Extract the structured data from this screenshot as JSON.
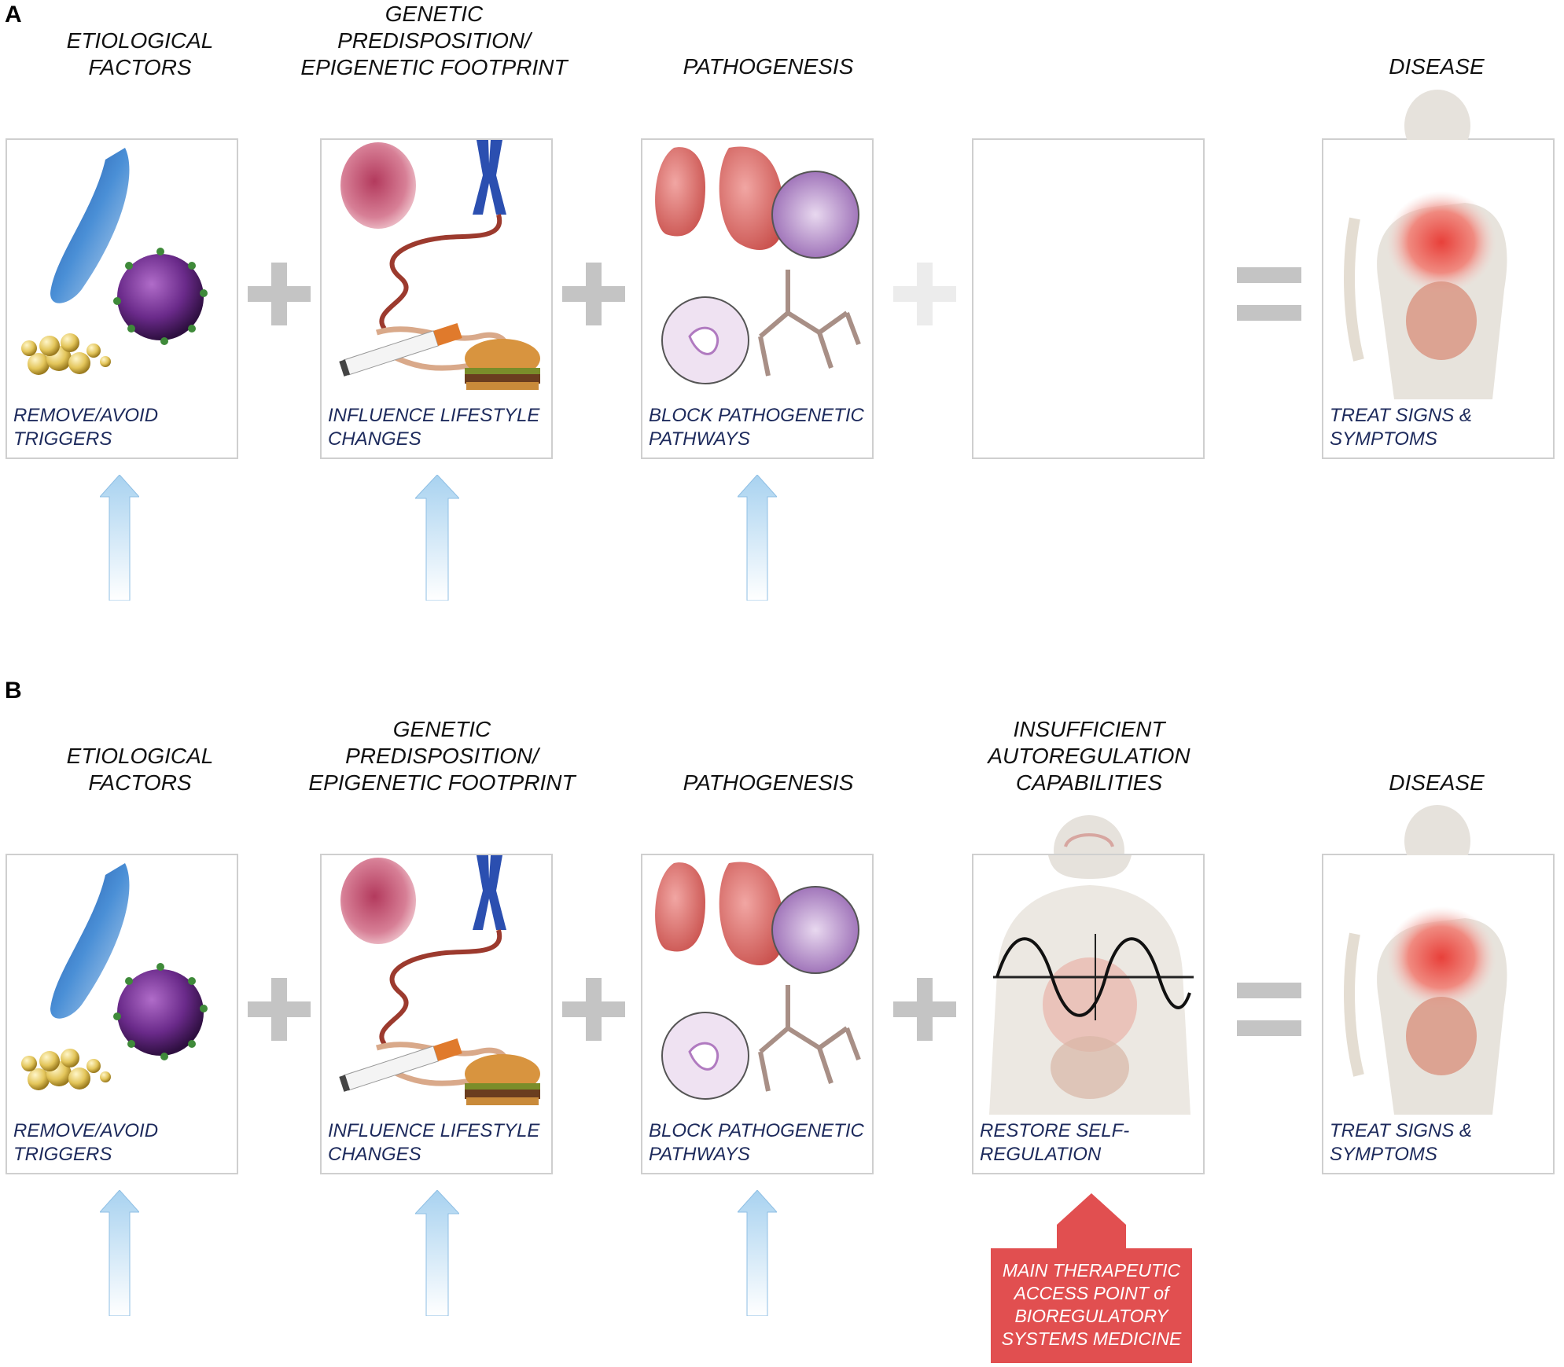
{
  "panels": [
    {
      "letter": "A",
      "columns": [
        {
          "title": [
            "ETIOLOGICAL",
            "FACTORS"
          ],
          "caption": [
            "REMOVE/AVOID",
            "TRIGGERS"
          ]
        },
        {
          "title": [
            "GENETIC",
            "PREDISPOSITION/",
            "EPIGENETIC FOOTPRINT"
          ],
          "caption": [
            "INFLUENCE LIFESTYLE",
            "CHANGES"
          ]
        },
        {
          "title": [
            "PATHOGENESIS"
          ],
          "caption": [
            "BLOCK PATHOGENETIC",
            "PATHWAYS"
          ]
        },
        {
          "title": [],
          "caption": []
        },
        {
          "title": [
            "DISEASE"
          ],
          "caption": [
            "TREAT SIGNS &",
            "SYMPTOMS"
          ]
        }
      ]
    },
    {
      "letter": "B",
      "columns": [
        {
          "title": [
            "ETIOLOGICAL",
            "FACTORS"
          ],
          "caption": [
            "REMOVE/AVOID",
            "TRIGGERS"
          ]
        },
        {
          "title": [
            "GENETIC",
            "PREDISPOSITION/",
            "EPIGENETIC FOOTPRINT"
          ],
          "caption": [
            "INFLUENCE LIFESTYLE",
            "CHANGES"
          ]
        },
        {
          "title": [
            "PATHOGENESIS"
          ],
          "caption": [
            "BLOCK PATHOGENETIC",
            "PATHWAYS"
          ]
        },
        {
          "title": [
            "INSUFFICIENT",
            "AUTOREGULATION",
            "CAPABILITIES"
          ],
          "caption": [
            "RESTORE SELF-",
            "REGULATION"
          ]
        },
        {
          "title": [
            "DISEASE"
          ],
          "caption": [
            "TREAT SIGNS &",
            "SYMPTOMS"
          ]
        }
      ]
    }
  ],
  "access_point": [
    "MAIN THERAPEUTIC",
    "ACCESS POINT of",
    "BIOREGULATORY",
    "SYSTEMS MEDICINE"
  ],
  "colors": {
    "box_border": "#cfcfcf",
    "operator": "#c4c4c4",
    "operator_faded": "#ececec",
    "caption": "#1d2a5c",
    "arrow": "#a8d2f0",
    "access": "#e14f50"
  }
}
